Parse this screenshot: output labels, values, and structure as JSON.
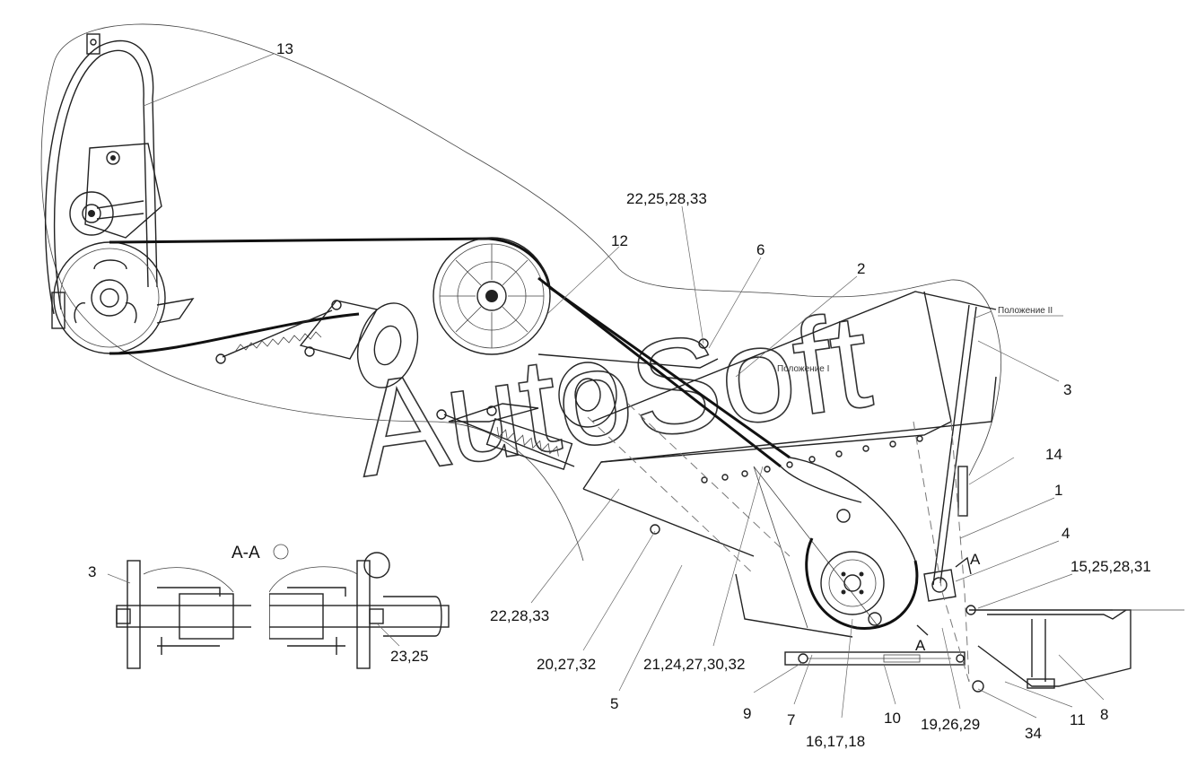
{
  "watermark": "AutoSoft",
  "section_title": "А-А",
  "position_labels": {
    "position_1": "Положение I",
    "position_2": "Положение II"
  },
  "section_markers": {
    "marker_top": "А",
    "marker_bottom": "А"
  },
  "callouts": {
    "c13": "13",
    "c12": "12",
    "c22_25_28_33": "22,25,28,33",
    "c6": "6",
    "c2": "2",
    "c3_right": "3",
    "c14": "14",
    "c1": "1",
    "c4": "4",
    "c15_25_28_31": "15,25,28,31",
    "c8": "8",
    "c11": "11",
    "c34": "34",
    "c19_26_29": "19,26,29",
    "c16_17_18": "16,17,18",
    "c10": "10",
    "c7": "7",
    "c9": "9",
    "c5": "5",
    "c21_24_27_30_32": "21,24,27,30,32",
    "c20_27_32": "20,27,32",
    "c22_28_33": "22,28,33",
    "c3_section": "3",
    "c23_25": "23,25"
  }
}
